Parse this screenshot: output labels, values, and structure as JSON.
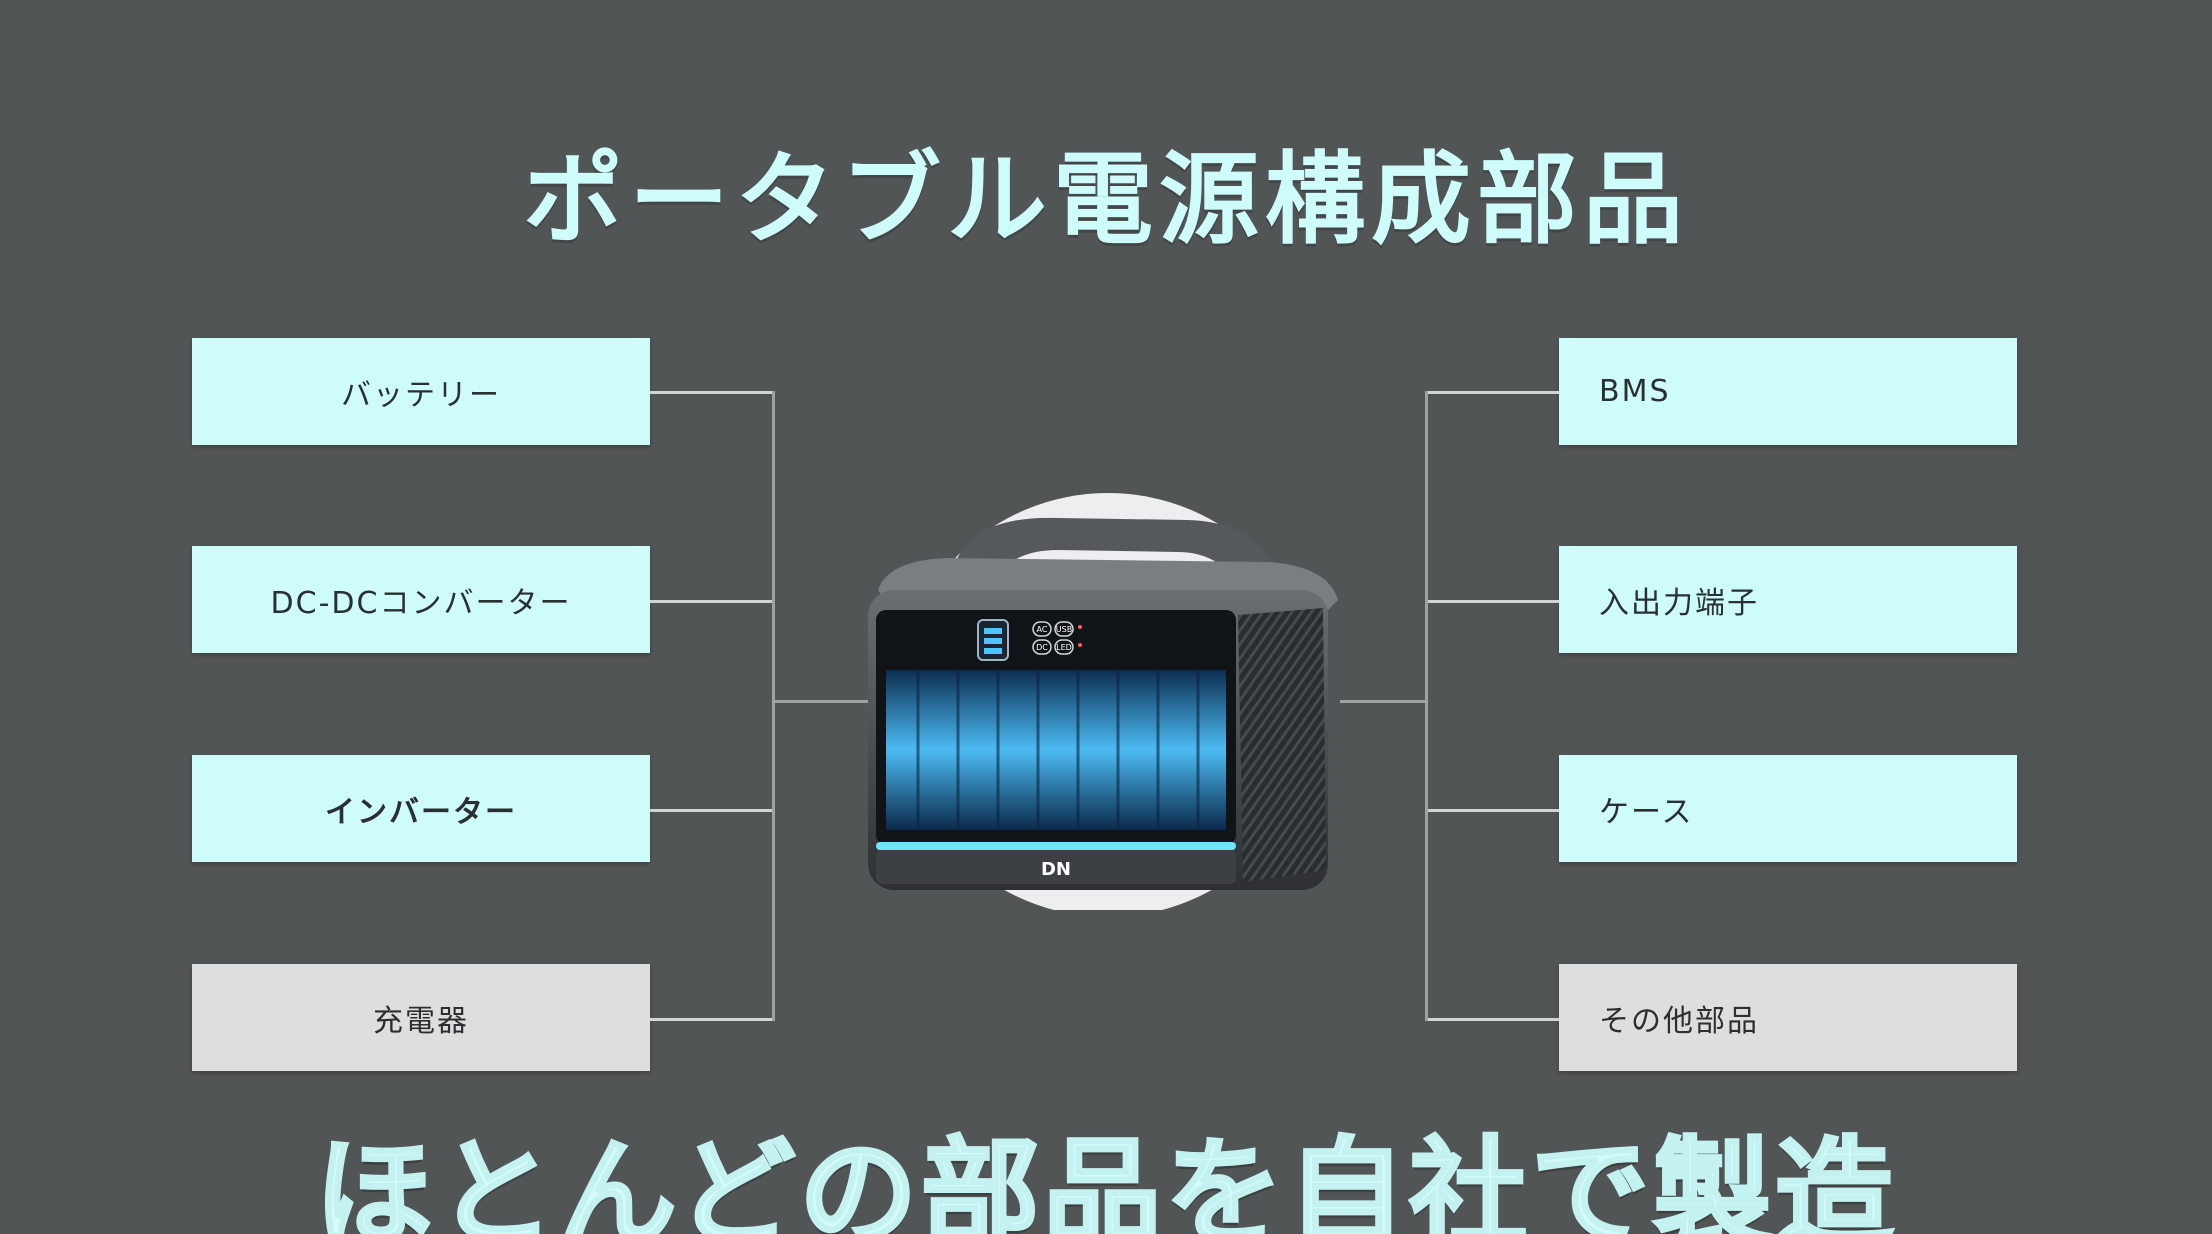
{
  "title": "ポータブル電源構成部品",
  "left_components": [
    {
      "label": "バッテリー",
      "style": "cyan"
    },
    {
      "label": "DC-DCコンバーター",
      "style": "cyan"
    },
    {
      "label": "インバーター",
      "style": "cyan"
    },
    {
      "label": "充電器",
      "style": "grey"
    }
  ],
  "right_components": [
    {
      "label": "BMS",
      "style": "cyan"
    },
    {
      "label": "入出力端子",
      "style": "cyan"
    },
    {
      "label": "ケース",
      "style": "cyan"
    },
    {
      "label": "その他部品",
      "style": "grey"
    }
  ],
  "product": {
    "logo": "DN",
    "panel_labels": [
      "AC",
      "USB",
      "DC",
      "LED"
    ]
  },
  "caption": "ほとんどの部品を自社で製造",
  "colors": {
    "background": "#525556",
    "accent_cyan": "#cdfcfb",
    "box_grey": "#dedede",
    "battery_blue": "#5ec8ff"
  }
}
